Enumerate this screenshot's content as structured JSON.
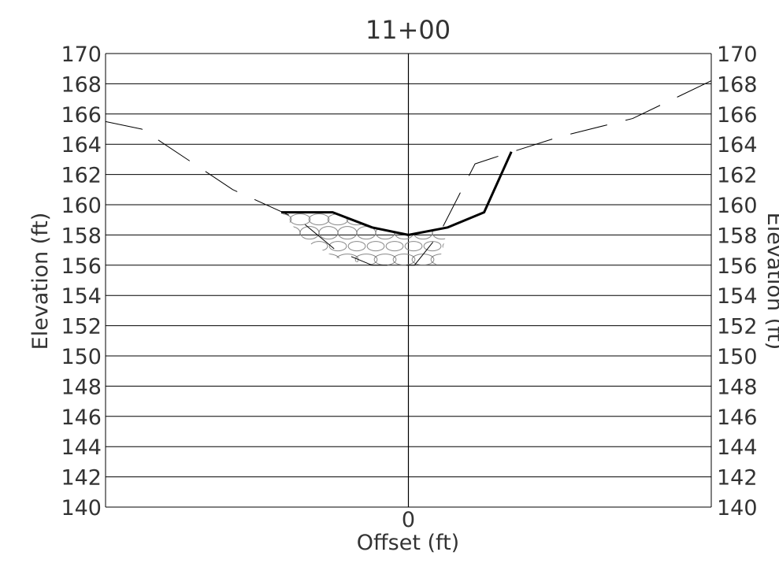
{
  "chart_data": {
    "type": "line",
    "title": "11+00",
    "xlabel": "Offset (ft)",
    "ylabel": "Elevation (ft)",
    "ylabel_right": "Elevation (ft)",
    "x_tick_labels": [
      "0"
    ],
    "y_tick_labels": [
      "170",
      "168",
      "166",
      "164",
      "162",
      "160",
      "158",
      "156",
      "154",
      "152",
      "150",
      "148",
      "146",
      "144",
      "142",
      "140"
    ],
    "xlim": [
      -50,
      50
    ],
    "ylim": [
      140,
      170
    ],
    "grid": true,
    "series": [
      {
        "style": "dashed",
        "x": [
          -50,
          -44,
          -29,
          -18,
          -12,
          -6,
          1,
          5,
          11,
          14,
          25,
          37,
          50
        ],
        "y": [
          165.5,
          165.0,
          161.0,
          159.0,
          157.0,
          156.0,
          156.0,
          158.0,
          162.7,
          163.1,
          164.5,
          165.7,
          168.2
        ]
      },
      {
        "style": "solid-bold",
        "x": [
          -21,
          -12.5,
          -6,
          0,
          6.5,
          12.5,
          17
        ],
        "y": [
          159.5,
          159.5,
          158.5,
          158.0,
          158.5,
          159.5,
          163.5
        ]
      }
    ],
    "fill_region": {
      "pattern": "riprap",
      "x": [
        -21,
        -12.5,
        -6,
        0,
        6.5,
        5.5,
        4.5,
        0,
        -6,
        -12,
        -17,
        -21
      ],
      "y": [
        159.5,
        159.5,
        158.5,
        158.0,
        158.5,
        156.8,
        156.0,
        156.0,
        156.0,
        156.5,
        157.6,
        159.5
      ]
    },
    "colors": {
      "grid": "#000000",
      "text": "#333333",
      "fill_pattern": "#888888"
    }
  }
}
